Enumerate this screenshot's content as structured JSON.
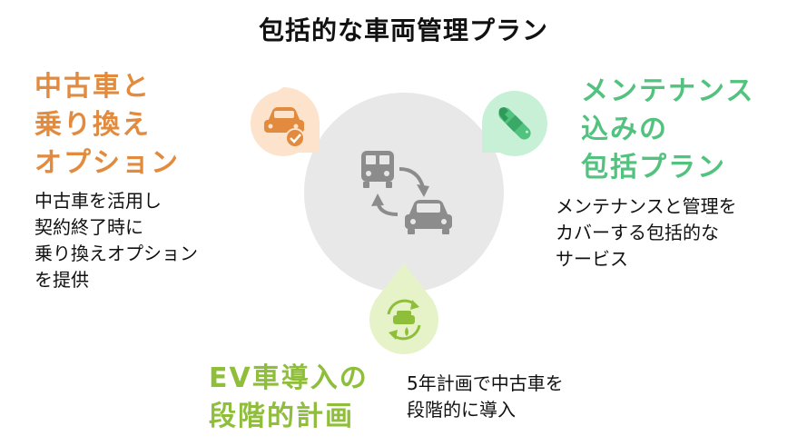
{
  "title": "包括的な車両管理プラン",
  "colors": {
    "orange": "#e28b3e",
    "green": "#52c27e",
    "lime": "#8fbe3b",
    "circle": "#e8e8e8",
    "icon_gray": "#8c8c8c"
  },
  "sections": {
    "left": {
      "heading": [
        "中古車と",
        "乗り換え",
        "オプション"
      ],
      "description": [
        "中古車を活用し",
        "契約終了時に",
        "乗り換えオプション",
        "を提供"
      ],
      "icon": "car-check-icon"
    },
    "right": {
      "heading": [
        "メンテナンス",
        "込みの",
        "包括プラン"
      ],
      "description": [
        "メンテナンスと管理を",
        "カバーする包括的な",
        "サービス"
      ],
      "icon": "wrench-bandage-icon"
    },
    "bottom": {
      "heading": [
        "EV車導入の",
        "段階的計画"
      ],
      "description": [
        "5年計画で中古車を",
        "段階的に導入"
      ],
      "icon": "ev-recycle-icon"
    }
  },
  "center_icon": "bus-to-car-transition-icon"
}
